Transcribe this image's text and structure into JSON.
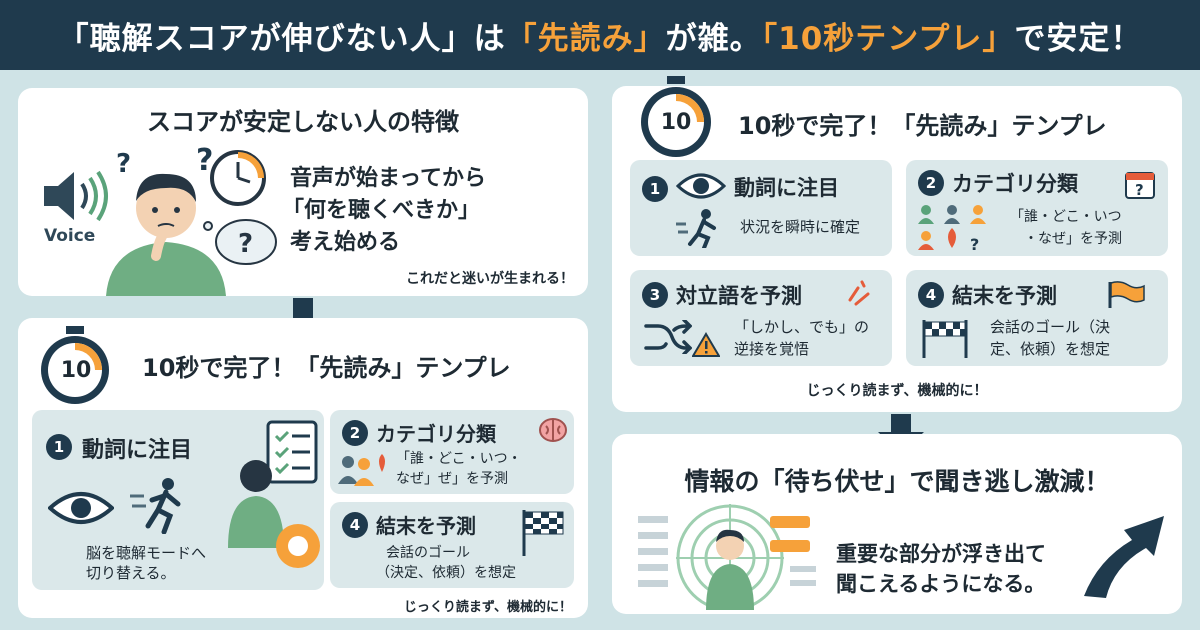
{
  "header": {
    "part1": "「聴解スコアが伸びない人」は",
    "part2": "「先読み」",
    "part3": "が雑。",
    "part4": "「10秒テンプレ」",
    "part5": "で安定！"
  },
  "problem": {
    "title": "スコアが安定しない人の特徴",
    "voice_label": "Voice",
    "lines": [
      "音声が始まってから",
      "「何を聴くべきか」",
      "考え始める"
    ],
    "note": "これだと迷いが生まれる！"
  },
  "template_left": {
    "timer": "10",
    "title": "10秒で完了！「先読み」テンプレ",
    "step1": {
      "num": "1",
      "title": "動詞に注目",
      "desc": [
        "脳を聴解モードへ",
        "切り替える。"
      ]
    },
    "step2": {
      "num": "2",
      "title": "カテゴリ分類",
      "desc": [
        "「誰・どこ・いつ・",
        "なぜ」ぜ」を予測"
      ]
    },
    "step4": {
      "num": "4",
      "title": "結末を予測",
      "desc": [
        "会話のゴール",
        "（決定、依頼）を想定"
      ]
    },
    "note": "じっくり読まず、機械的に！"
  },
  "template_right": {
    "timer": "10",
    "title": "10秒で完了！「先読み」テンプレ",
    "step1": {
      "num": "1",
      "title": "動詞に注目",
      "desc": "状況を瞬時に確定"
    },
    "step2": {
      "num": "2",
      "title": "カテゴリ分類",
      "desc": [
        "「誰・どこ・いつ",
        "・なぜ」を予測"
      ]
    },
    "step3": {
      "num": "3",
      "title": "対立語を予測",
      "desc": [
        "「しかし、でも」の",
        "逆接を覚悟"
      ]
    },
    "step4": {
      "num": "4",
      "title": "結末を予測",
      "desc": [
        "会話のゴール（決",
        "定、依頼）を想定"
      ]
    },
    "note": "じっくり読まず、機械的に！"
  },
  "result": {
    "title": "情報の「待ち伏せ」で聞き逃し激減！",
    "lines": [
      "重要な部分が浮き出て",
      "聞こえるようになる。"
    ]
  },
  "colors": {
    "navy": "#1f3a4d",
    "orange": "#f6a13a",
    "bg": "#cfe3e6",
    "card": "#ffffff",
    "sub": "#dbe8ea"
  }
}
